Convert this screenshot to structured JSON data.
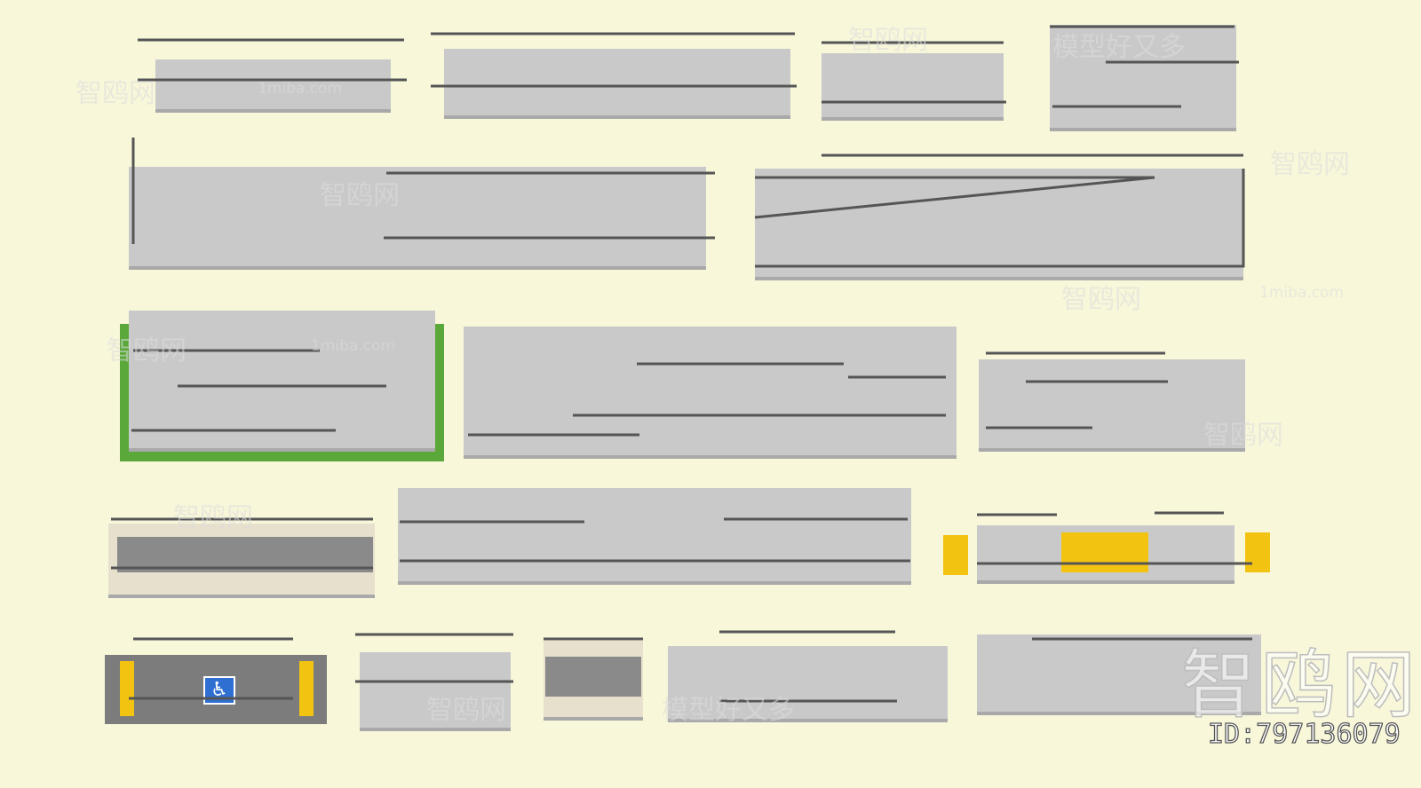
{
  "scene": {
    "description_type": "ramp-model-collection",
    "background_color": "#f8f7da",
    "watermarks": {
      "site_cn": "智鸥网",
      "site_domain": "1miba.com",
      "slogan": "模型好又多"
    },
    "model_id": "ID:797136079",
    "icons": [
      "wheelchair-accessibility-icon"
    ],
    "colors": {
      "slab": "#c9c9c9",
      "rail": "#555555",
      "grass": "#5aa83a",
      "tactile_yellow": "#f3c312",
      "accessibility_blue": "#2f6fd1"
    }
  }
}
